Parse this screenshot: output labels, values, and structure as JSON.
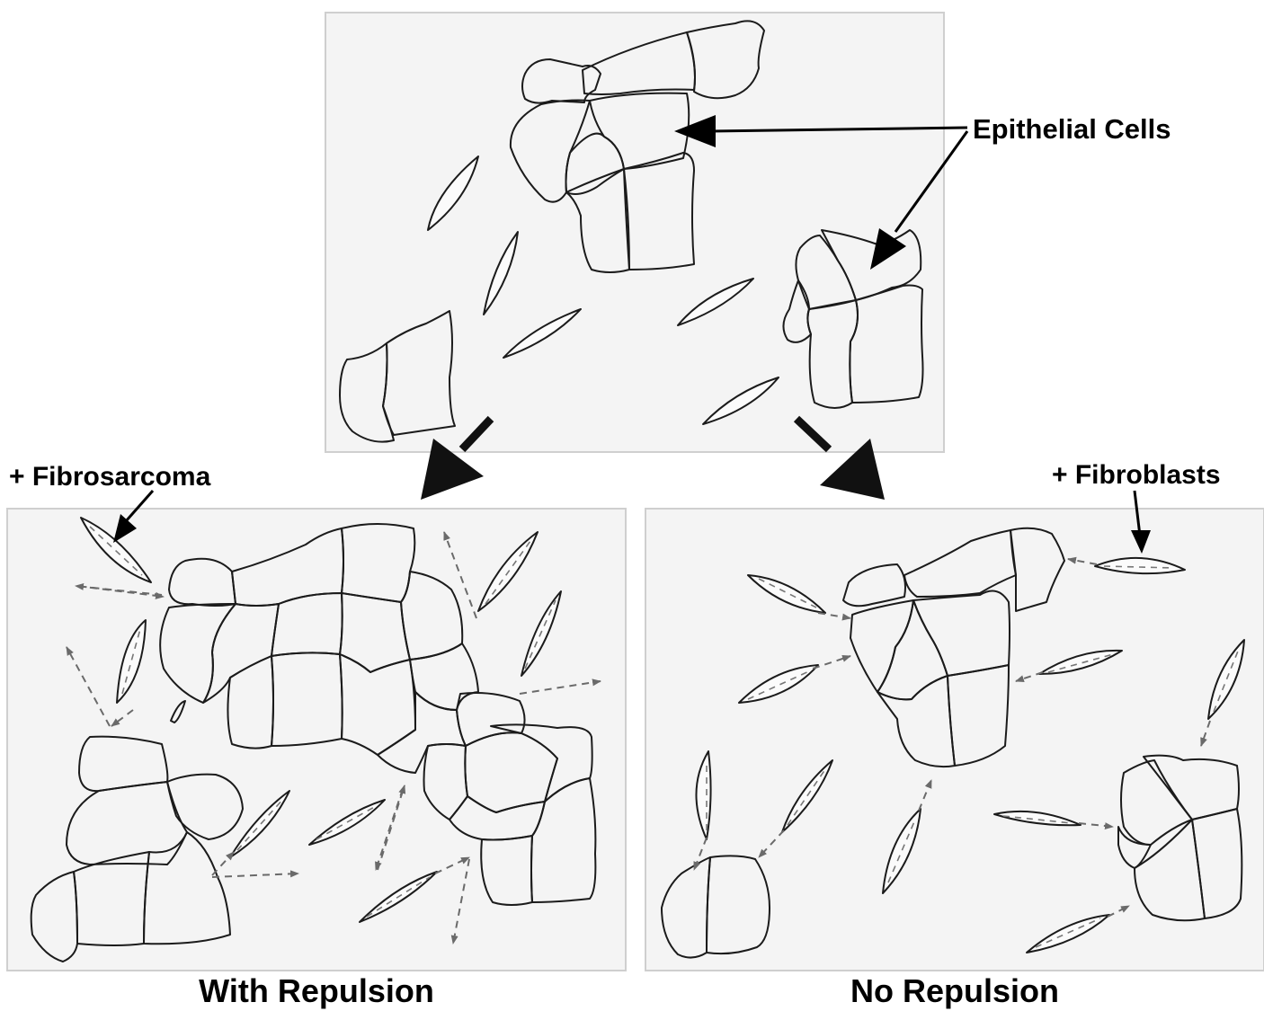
{
  "labels": {
    "epithelial_cells": "Epithelial Cells",
    "fibrosarcoma": "+ Fibrosarcoma",
    "fibroblasts": "+ Fibroblasts",
    "with_repulsion": "With Repulsion",
    "no_repulsion": "No Repulsion"
  },
  "colors": {
    "panel_fill": "#f4f4f4",
    "outline": "#1b1b1b",
    "dashed_arrow": "#6a6a6a"
  }
}
